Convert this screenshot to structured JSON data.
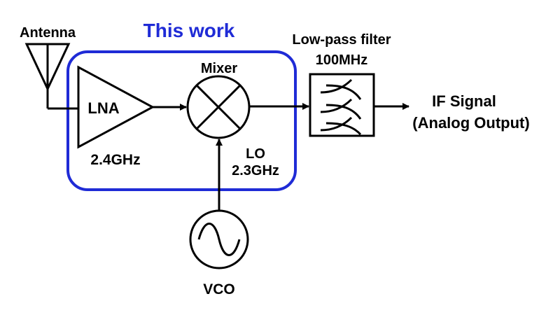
{
  "labels": {
    "antenna": "Antenna",
    "this_work": "This work",
    "lna": "LNA",
    "lna_freq": "2.4GHz",
    "mixer": "Mixer",
    "lo": "LO",
    "lo_freq": "2.3GHz",
    "lpf_title": "Low-pass filter",
    "lpf_freq": "100MHz",
    "if_signal": "IF Signal",
    "analog_output": "(Analog Output)",
    "vco": "VCO"
  },
  "colors": {
    "this_work_border": "#1f2bd6",
    "this_work_text": "#1f2bd6",
    "line": "#000000"
  }
}
